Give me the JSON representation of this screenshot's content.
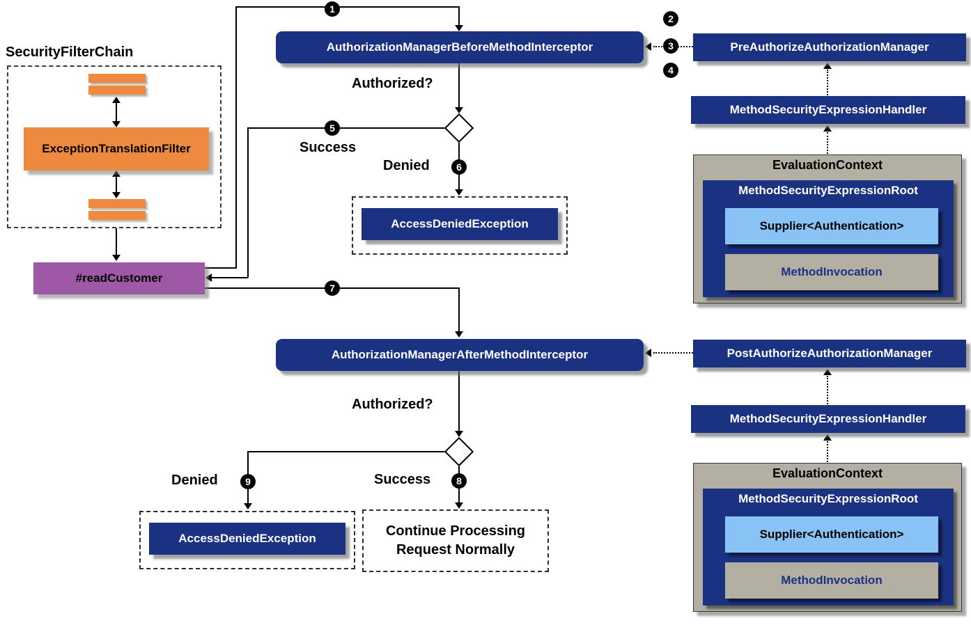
{
  "colors": {
    "navy": "#1b3181",
    "orange": "#ed8a3f",
    "purple": "#9e58a5",
    "light_blue": "#89c2f4",
    "gray_panel": "#b3afa2"
  },
  "filter_chain": {
    "title": "SecurityFilterChain",
    "filter": "ExceptionTranslationFilter"
  },
  "method": {
    "name": "#readCustomer"
  },
  "interceptors": {
    "before": "AuthorizationManagerBeforeMethodInterceptor",
    "after": "AuthorizationManagerAfterMethodInterceptor"
  },
  "decisions": {
    "authorized_top": "Authorized?",
    "authorized_bottom": "Authorized?",
    "success_top": "Success",
    "denied_top": "Denied",
    "success_bottom": "Success",
    "denied_bottom": "Denied"
  },
  "outcomes": {
    "access_denied_top": "AccessDeniedException",
    "access_denied_bottom": "AccessDeniedException",
    "continue_processing": "Continue Processing Request Normally"
  },
  "pre": {
    "manager": "PreAuthorizeAuthorizationManager",
    "handler": "MethodSecurityExpressionHandler",
    "context": "EvaluationContext",
    "root": "MethodSecurityExpressionRoot",
    "supplier": "Supplier<Authentication>",
    "invocation": "MethodInvocation"
  },
  "post": {
    "manager": "PostAuthorizeAuthorizationManager",
    "handler": "MethodSecurityExpressionHandler",
    "context": "EvaluationContext",
    "root": "MethodSecurityExpressionRoot",
    "supplier": "Supplier<Authentication>",
    "invocation": "MethodInvocation"
  },
  "steps": [
    "1",
    "2",
    "3",
    "4",
    "5",
    "6",
    "7",
    "8",
    "9"
  ]
}
